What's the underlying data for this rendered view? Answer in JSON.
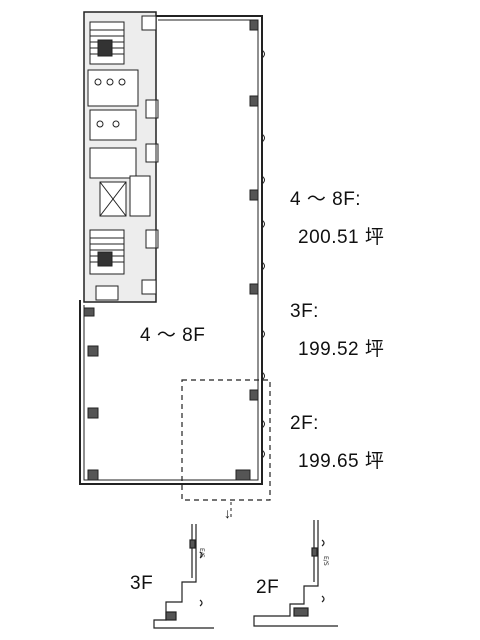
{
  "floor_plan": {
    "center_label": "4 ～ 8F",
    "areas": [
      {
        "floor": "4 ～ 8F:",
        "area": "200.51 坪"
      },
      {
        "floor": "3F:",
        "area": "199.52 坪"
      },
      {
        "floor": "2F:",
        "area": "199.65 坪"
      }
    ],
    "detail_labels": {
      "left": "3F",
      "right": "2F"
    },
    "detail_arrow": "↓"
  },
  "colors": {
    "line": "#222222",
    "wall_fill": "#555555",
    "core_fill": "#cfcfcf"
  }
}
